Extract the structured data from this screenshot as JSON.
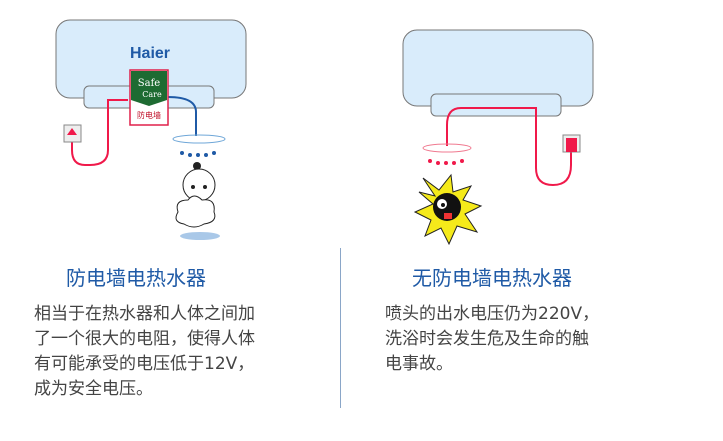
{
  "left": {
    "brand": "Haier",
    "badge": {
      "line1": "Safe",
      "line2": "Care",
      "label": "防电墙"
    },
    "title": "防电墙电热水器",
    "body": [
      "相当于在热水器和人体之间加",
      "了一个很大的电阻，使得人体",
      "有可能承受的电压低于12V，",
      "成为安全电压。"
    ]
  },
  "right": {
    "title": "无防电墙电热水器",
    "body": [
      "喷头的出水电压仍为220V，",
      "洗浴时会发生危及生命的触",
      "电事故。"
    ]
  },
  "colors": {
    "title": "#1f5aa6",
    "body": "#444444",
    "tank": "#d9ecfb",
    "live_wire": "#f0194a",
    "safe_wire": "#1f5aa6",
    "badge_green": "#1e6b32"
  }
}
